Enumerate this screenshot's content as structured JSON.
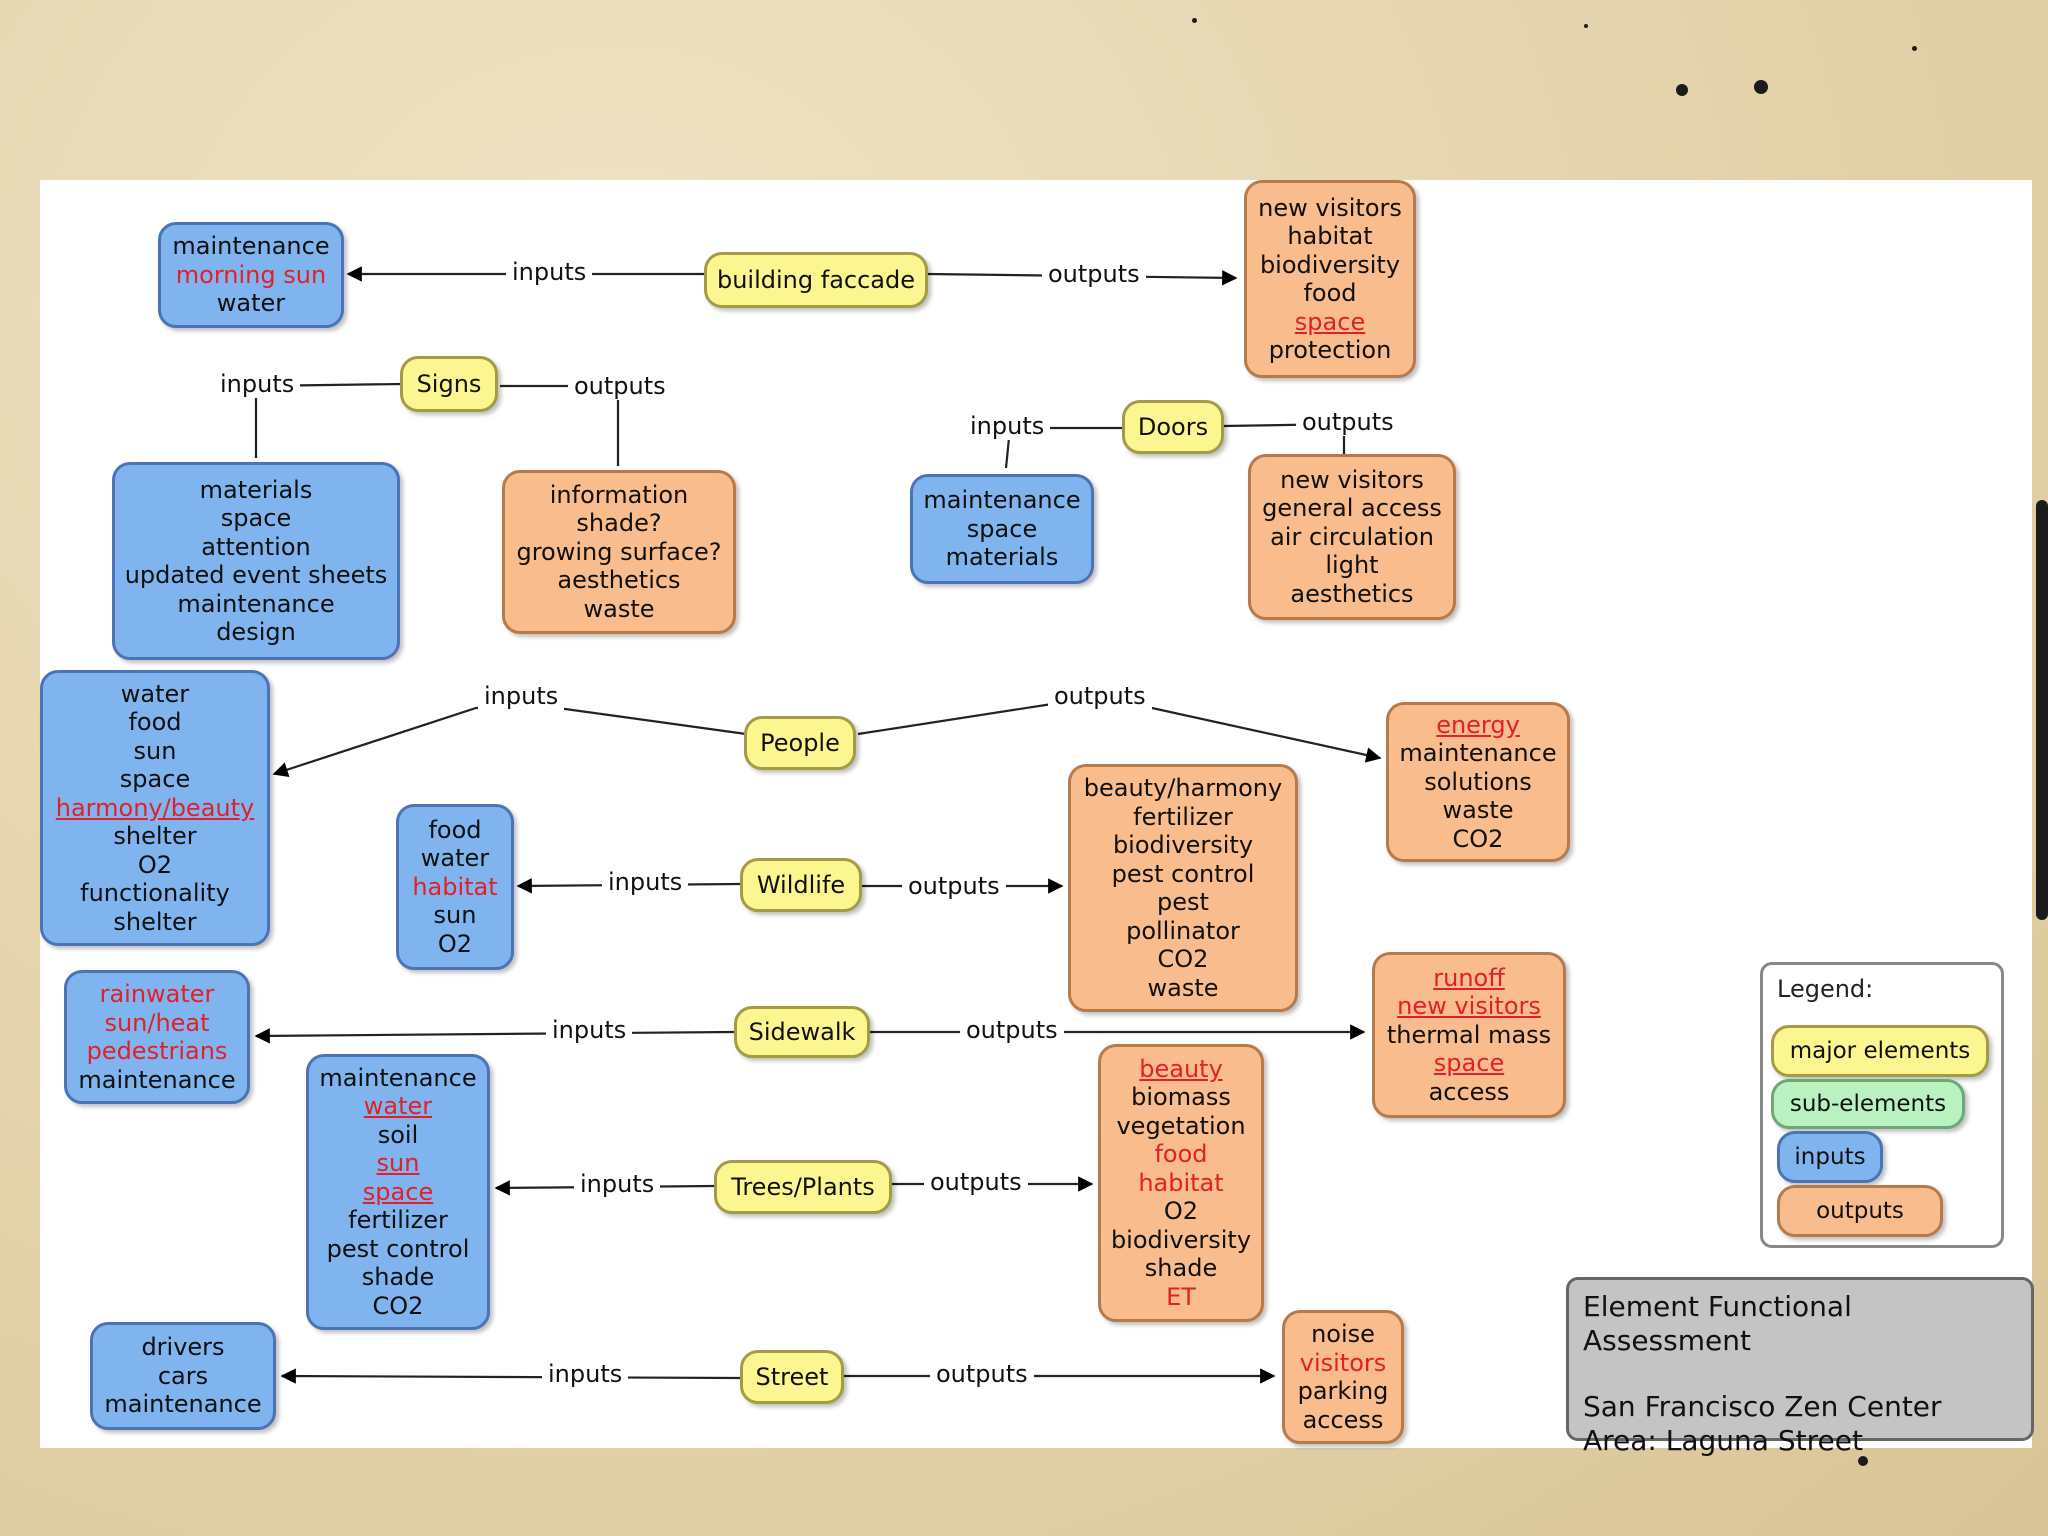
{
  "nodes": {
    "facade_inputs": [
      "maintenance",
      "morning sun",
      "water"
    ],
    "facade_major": "building faccade",
    "facade_outputs": [
      "new visitors",
      "habitat",
      "biodiversity",
      "food",
      "space",
      "protection"
    ],
    "signs_major": "Signs",
    "signs_inputs": [
      "materials",
      "space",
      "attention",
      "updated event sheets",
      "maintenance",
      "design"
    ],
    "signs_outputs": [
      "information",
      "shade?",
      "growing surface?",
      "aesthetics",
      "waste"
    ],
    "doors_major": "Doors",
    "doors_inputs": [
      "maintenance",
      "space",
      "materials"
    ],
    "doors_outputs": [
      "new visitors",
      "general access",
      "air circulation",
      "light",
      "aesthetics"
    ],
    "people_major": "People",
    "people_inputs": [
      "water",
      "food",
      "sun",
      "space",
      "harmony/beauty",
      "shelter",
      "O2",
      "functionality",
      "shelter"
    ],
    "people_outputs": [
      "energy",
      "maintenance",
      "solutions",
      "waste",
      "CO2"
    ],
    "wildlife_major": "Wildlife",
    "wildlife_inputs": [
      "food",
      "water",
      "habitat",
      "sun",
      "O2"
    ],
    "wildlife_outputs": [
      "beauty/harmony",
      "fertilizer",
      "biodiversity",
      "pest control",
      "pest",
      "pollinator",
      "CO2",
      "waste"
    ],
    "sidewalk_major": "Sidewalk",
    "sidewalk_inputs": [
      "rainwater",
      "sun/heat",
      "pedestrians",
      "maintenance"
    ],
    "sidewalk_outputs": [
      "runoff",
      "new visitors",
      "thermal mass",
      "space",
      "access"
    ],
    "trees_major": "Trees/Plants",
    "trees_inputs": [
      "maintenance",
      "water",
      "soil",
      "sun",
      "space",
      "fertilizer",
      "pest control",
      "shade",
      "CO2"
    ],
    "trees_outputs": [
      "beauty",
      "biomass",
      "vegetation",
      "food",
      "habitat",
      "O2",
      "biodiversity",
      "shade",
      "ET"
    ],
    "street_major": "Street",
    "street_inputs": [
      "drivers",
      "cars",
      "maintenance"
    ],
    "street_outputs": [
      "noise",
      "visitors",
      "parking",
      "access"
    ]
  },
  "highlights": {
    "facade_inputs": [
      1
    ],
    "facade_outputs": [
      4
    ],
    "people_inputs": [
      4
    ],
    "people_outputs": [
      0
    ],
    "wildlife_inputs": [
      2
    ],
    "sidewalk_inputs": [
      0,
      1,
      2
    ],
    "sidewalk_outputs": [
      0,
      1,
      3
    ],
    "trees_inputs": [
      1,
      3,
      4
    ],
    "trees_outputs": [
      0,
      3,
      4,
      8
    ],
    "street_outputs": [
      1
    ]
  },
  "underlined": {
    "facade_outputs": [
      4
    ],
    "people_inputs": [
      4
    ],
    "people_outputs": [
      0
    ],
    "sidewalk_outputs": [
      0,
      1,
      3
    ],
    "trees_inputs": [
      1,
      3,
      4
    ],
    "trees_outputs": [
      0
    ]
  },
  "labels": {
    "inputs": "inputs",
    "outputs": "outputs"
  },
  "legend": {
    "title": "Legend:",
    "major": "major elements",
    "sub": "sub-elements",
    "inputs": "inputs",
    "outputs": "outputs"
  },
  "title_box": {
    "line1": "Element Functional Assessment",
    "line2": "San Francisco Zen Center",
    "line3": "Area: Laguna Street"
  },
  "colors": {
    "inputs_fill": "#80b4ef",
    "outputs_fill": "#f9bc8c",
    "major_fill": "#fbf68f",
    "sub_fill": "#b9f2c0",
    "highlight_text": "#e1202a",
    "title_fill": "#c4c4c4"
  }
}
